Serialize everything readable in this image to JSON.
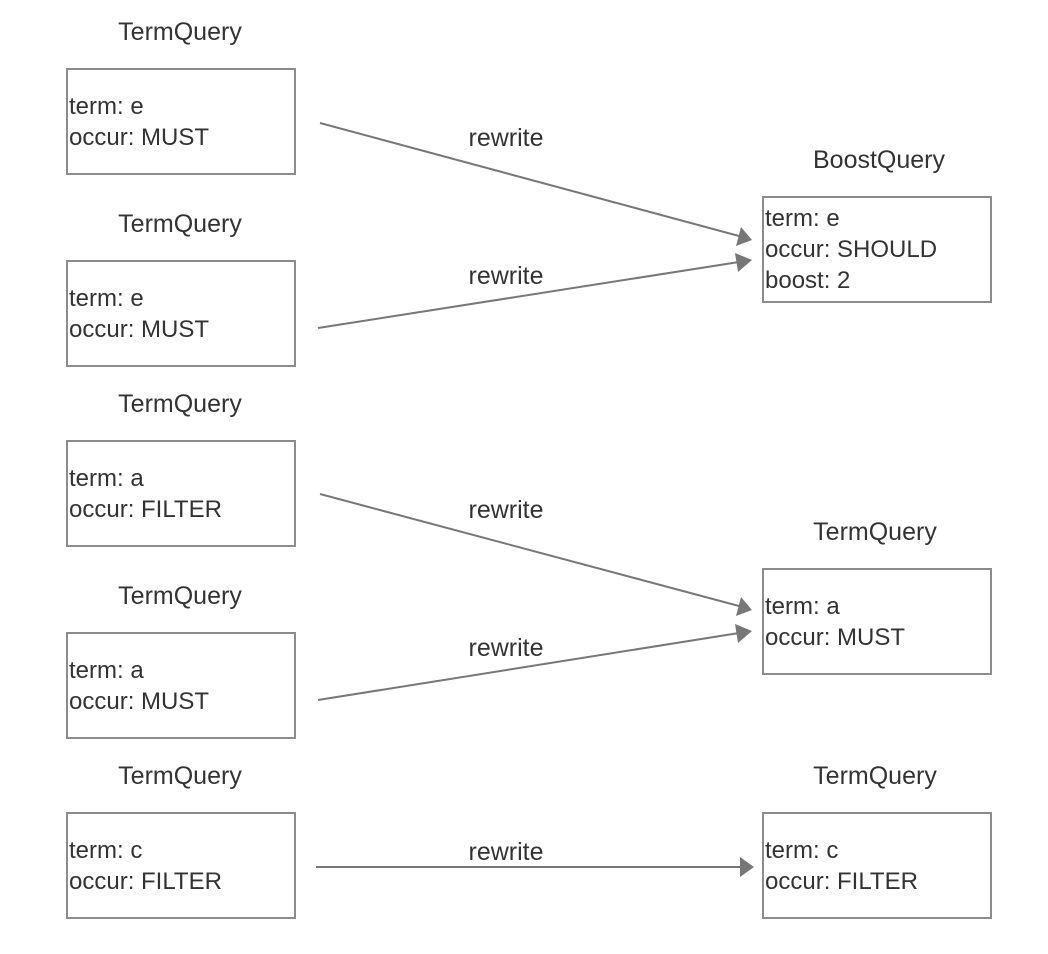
{
  "colors": {
    "stroke": "#8c8c8c",
    "arrow": "#777777",
    "text": "#333333"
  },
  "nodes": {
    "left_1": {
      "title": "TermQuery",
      "term": "term: e",
      "occur": "occur: MUST"
    },
    "left_2": {
      "title": "TermQuery",
      "term": "term: e",
      "occur": "occur: MUST"
    },
    "left_3": {
      "title": "TermQuery",
      "term": "term: a",
      "occur": "occur: FILTER"
    },
    "left_4": {
      "title": "TermQuery",
      "term": "term: a",
      "occur": "occur: MUST"
    },
    "left_5": {
      "title": "TermQuery",
      "term": "term: c",
      "occur": "occur: FILTER"
    },
    "right_1": {
      "title": "BoostQuery",
      "term": "term: e",
      "occur": "occur: SHOULD",
      "boost": "boost: 2"
    },
    "right_2": {
      "title": "TermQuery",
      "term": "term: a",
      "occur": "occur: MUST"
    },
    "right_3": {
      "title": "TermQuery",
      "term": "term: c",
      "occur": "occur: FILTER"
    }
  },
  "edges": [
    {
      "from": "left_1",
      "to": "right_1",
      "label": "rewrite"
    },
    {
      "from": "left_2",
      "to": "right_1",
      "label": "rewrite"
    },
    {
      "from": "left_3",
      "to": "right_2",
      "label": "rewrite"
    },
    {
      "from": "left_4",
      "to": "right_2",
      "label": "rewrite"
    },
    {
      "from": "left_5",
      "to": "right_3",
      "label": "rewrite"
    }
  ]
}
